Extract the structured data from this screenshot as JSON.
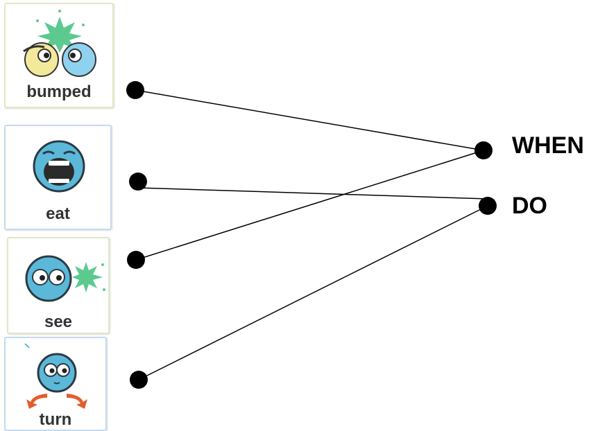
{
  "cards": {
    "bumped": "bumped",
    "eat": "eat",
    "see": "see",
    "turn": "turn"
  },
  "targets": {
    "when": "WHEN",
    "do": "DO"
  },
  "connections": [
    {
      "from": "bumped",
      "to": "WHEN"
    },
    {
      "from": "eat",
      "to": "DO"
    },
    {
      "from": "see",
      "to": "WHEN"
    },
    {
      "from": "turn",
      "to": "DO"
    }
  ]
}
